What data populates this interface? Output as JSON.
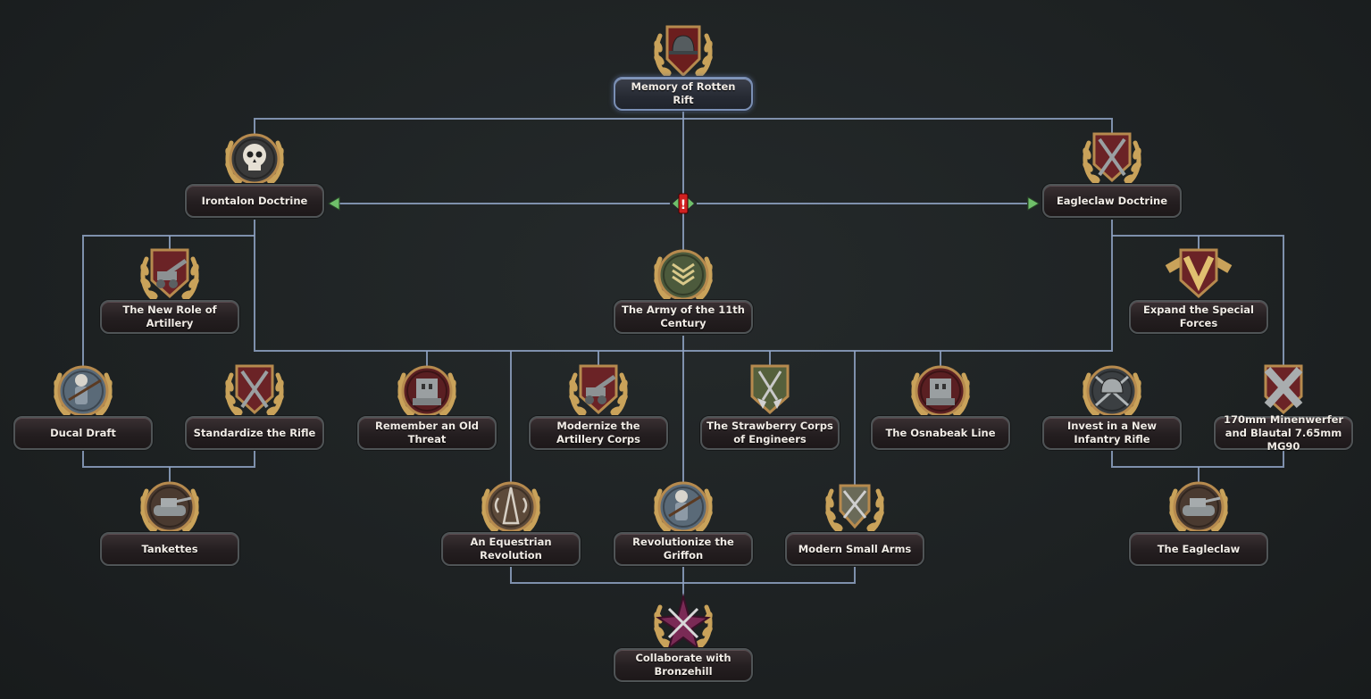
{
  "focuses": [
    {
      "id": "memory",
      "label": "Memory of Rotten Rift",
      "icon": "helmet-icon"
    },
    {
      "id": "irontalon",
      "label": "Irontalon Doctrine",
      "icon": "skull-icon"
    },
    {
      "id": "eagleclaw_doc",
      "label": "Eagleclaw Doctrine",
      "icon": "crossed-rifles-icon"
    },
    {
      "id": "army11",
      "label": "The Army of the 11th Century",
      "icon": "rank-chevrons-icon"
    },
    {
      "id": "artillery_role",
      "label": "The New Role of Artillery",
      "icon": "artillery-icon"
    },
    {
      "id": "special_forces",
      "label": "Expand the Special Forces",
      "icon": "v-insignia-icon"
    },
    {
      "id": "ducal_draft",
      "label": "Ducal Draft",
      "icon": "soldier-icon"
    },
    {
      "id": "std_rifle",
      "label": "Standardize the Rifle",
      "icon": "crossed-rifles-icon"
    },
    {
      "id": "old_threat",
      "label": "Remember an Old Threat",
      "icon": "fortress-icon"
    },
    {
      "id": "mod_artillery",
      "label": "Modernize the Artillery Corps",
      "icon": "artillery-icon"
    },
    {
      "id": "engineers",
      "label": "The Strawberry Corps of Engineers",
      "icon": "shovel-icon"
    },
    {
      "id": "osnabeak",
      "label": "The Osnabeak Line",
      "icon": "fortress-icon"
    },
    {
      "id": "infantry_rifle",
      "label": "Invest in a New Infantry Rifle",
      "icon": "helmet-rifles-icon"
    },
    {
      "id": "minenwerfer",
      "label": "170mm Minenwerfer and Blautal 7.65mm MG90",
      "icon": "crossed-guns-icon"
    },
    {
      "id": "tankettes",
      "label": "Tankettes",
      "icon": "tank-icon"
    },
    {
      "id": "equestrian",
      "label": "An Equestrian Revolution",
      "icon": "radio-tower-icon"
    },
    {
      "id": "griffon",
      "label": "Revolutionize the Griffon",
      "icon": "soldier-icon"
    },
    {
      "id": "small_arms",
      "label": "Modern Small Arms",
      "icon": "crossed-swords-icon"
    },
    {
      "id": "eagleclaw",
      "label": "The Eagleclaw",
      "icon": "tank-icon"
    },
    {
      "id": "bronzehill",
      "label": "Collaborate with Bronzehill",
      "icon": "star-swords-icon"
    }
  ],
  "exclusive_marker": {
    "icon": "exclamation-icon",
    "label": "!"
  },
  "colors": {
    "background": "#1e2223",
    "connector": "#8fa3c4",
    "laurel": "#c9a25a",
    "frame_bronze": "#b68a4e",
    "exclusive_arrow": "#6fbf6a",
    "exclusive_alert": "#d02020"
  }
}
